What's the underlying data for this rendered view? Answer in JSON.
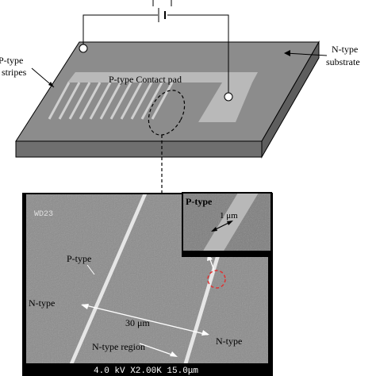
{
  "top_diagram": {
    "label_p_stripes_line1": "P-type",
    "label_p_stripes_line2": "stripes",
    "label_n_substrate_line1": "N-type",
    "label_n_substrate_line2": "substrate",
    "label_contact_pad": "P-type Contact pad"
  },
  "sem_image": {
    "wd_label": "WD23",
    "label_p_type": "P-type",
    "label_n_type_left": "N-type",
    "label_n_type_right": "N-type",
    "label_n_region": "N-type region",
    "label_spacing": "30 μm",
    "footer_text": "4.0 kV X2.00K 15.0μm"
  },
  "inset": {
    "label_p_type": "P-type",
    "label_width": "1 μm"
  },
  "colors": {
    "substrate_top": "#8c8c8c",
    "substrate_front": "#6f6f6f",
    "substrate_side": "#5e5e5e",
    "contact_pad": "#b9b9b9",
    "sem_bg": "#8a8a8a",
    "stripe_highlight": "#e8e8e8",
    "zoom_circle": "#e03030"
  }
}
